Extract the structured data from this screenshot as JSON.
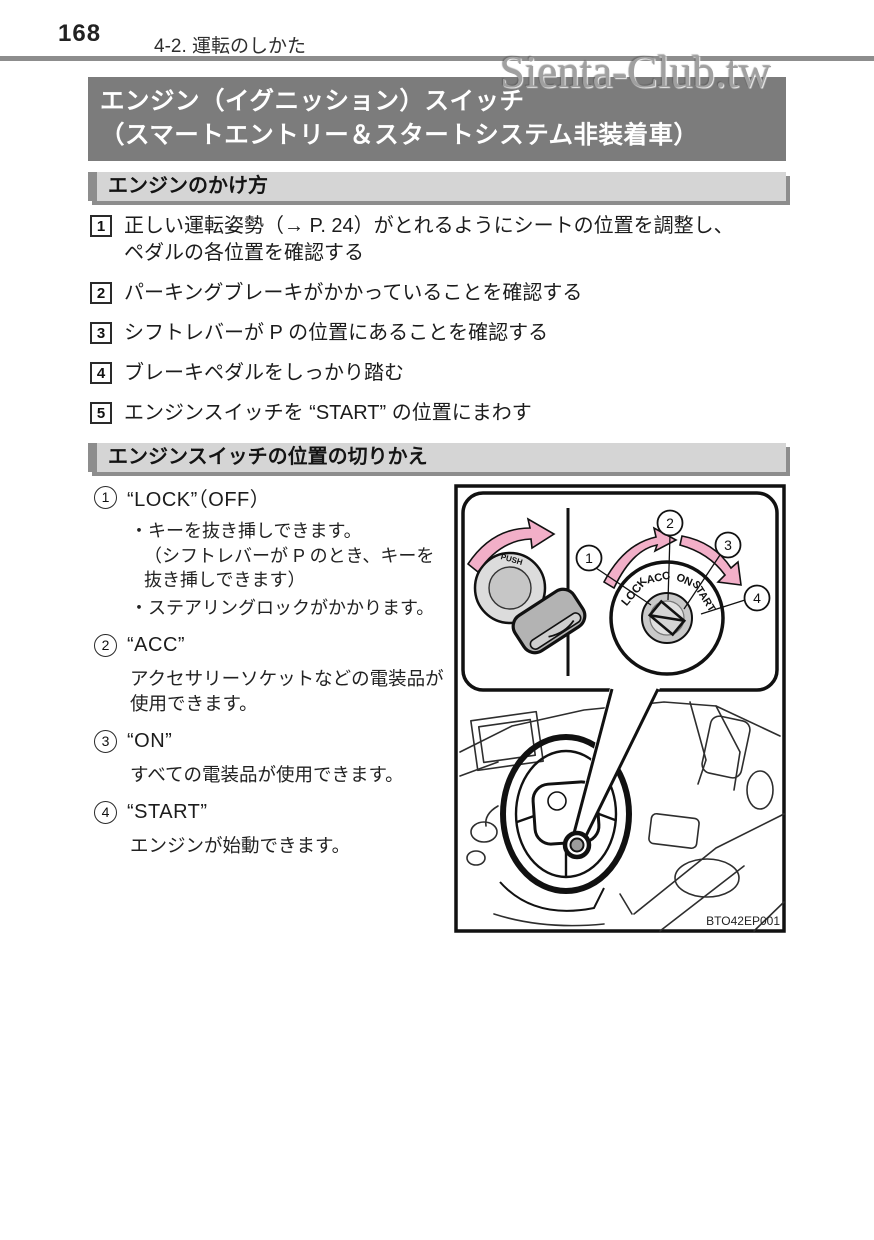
{
  "page": {
    "number": "168",
    "breadcrumb": "4-2. 運転のしかた",
    "watermark": "Sienta-Club.tw"
  },
  "title": {
    "line1": "エンジン（イグニッション）スイッチ",
    "line2": "（スマートエントリー＆スタートシステム非装着車）"
  },
  "section1": {
    "heading": "エンジンのかけ方",
    "steps": [
      {
        "num": "1",
        "text": "正しい運転姿勢（→ P. 24）がとれるようにシートの位置を調整し、\nペダルの各位置を確認する"
      },
      {
        "num": "2",
        "text": "パーキングブレーキがかかっていることを確認する"
      },
      {
        "num": "3",
        "text": "シフトレバーが P の位置にあることを確認する"
      },
      {
        "num": "4",
        "text": "ブレーキペダルをしっかり踏む"
      },
      {
        "num": "5",
        "text": "エンジンスイッチを “START” の位置にまわす"
      }
    ]
  },
  "section2": {
    "heading": "エンジンスイッチの位置の切りかえ",
    "items": [
      {
        "num": "1",
        "label": "“LOCK”（OFF）",
        "bullet1": "・キーを抜き挿しできます。\n（シフトレバーが P のとき、キーを\n抜き挿しできます）",
        "bullet2": "・ステアリングロックがかかります。"
      },
      {
        "num": "2",
        "label": "“ACC”",
        "desc": "アクセサリーソケットなどの電装品が\n使用できます。"
      },
      {
        "num": "3",
        "label": "“ON”",
        "desc": "すべての電装品が使用できます。"
      },
      {
        "num": "4",
        "label": "“START”",
        "desc": "エンジンが始動できます。"
      }
    ]
  },
  "diagram": {
    "caption": "BTO42EP001",
    "key_push_label": "PUSH",
    "dial_labels": {
      "lock": "LOCK",
      "acc": "ACC",
      "on": "ON",
      "start": "START"
    },
    "callouts": [
      "1",
      "2",
      "3",
      "4"
    ],
    "colors": {
      "arrow_pink": "#F2AFC8",
      "key_gray": "#b3b3b3",
      "dial_gray": "#c9c9c9"
    }
  }
}
